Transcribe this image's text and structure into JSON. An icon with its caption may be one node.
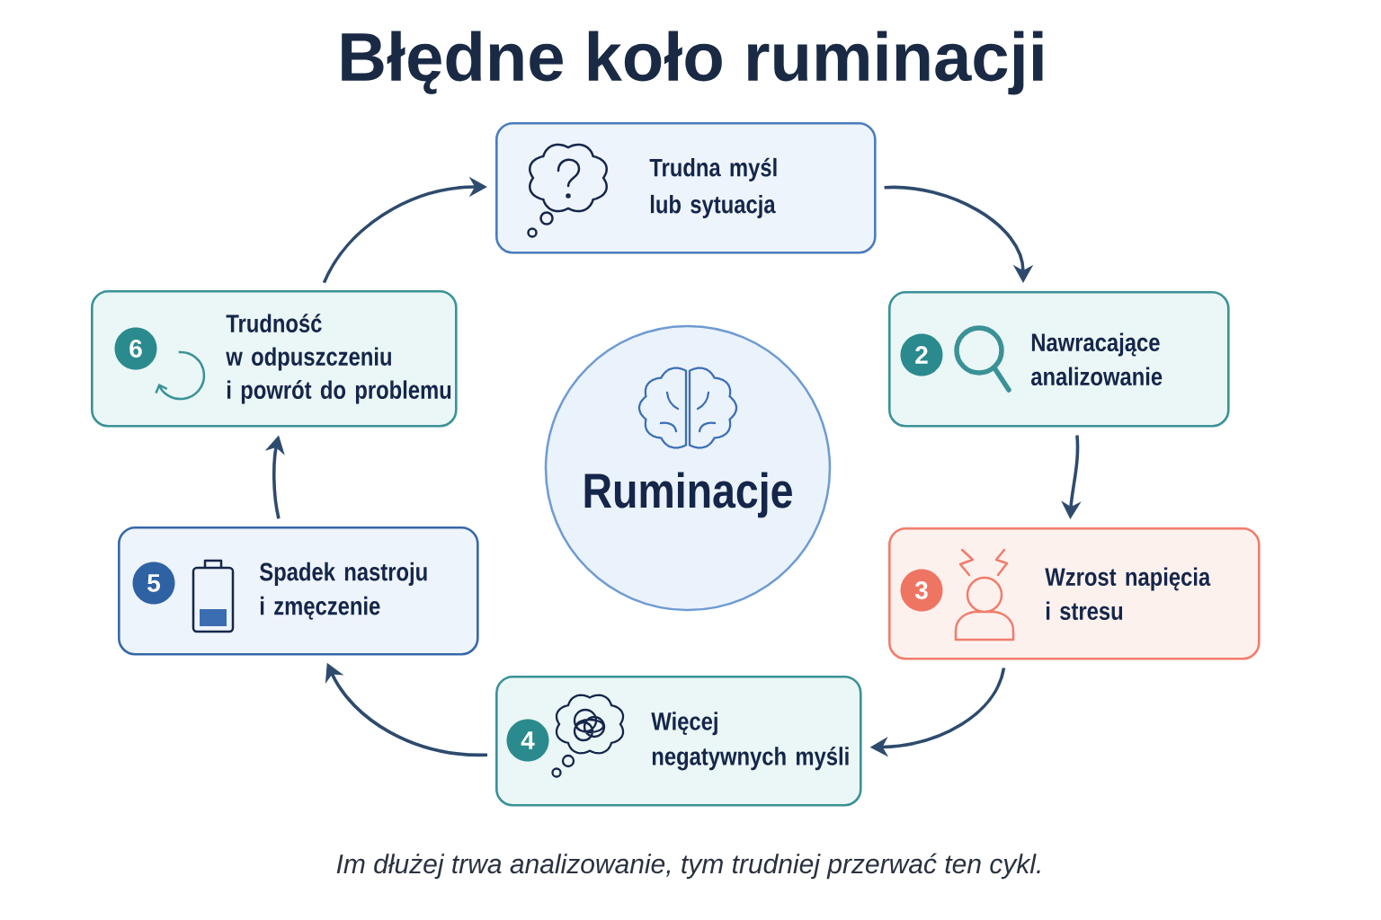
{
  "diagram": {
    "title": "Błędne koło ruminacji",
    "caption": "Im dłużej trwa analizowanie, tym trudniej przerwać ten cykl.",
    "nodes": [
      {
        "text": [
          "Trudna myśl lub sytuacja"
        ]
      },
      {
        "text": [
          "Nawracające analizowanie"
        ]
      },
      {
        "text": [
          "2"
        ],
        "in": 1
      },
      {
        "text": [
          "Wzrost napięcia i stresu"
        ]
      },
      {
        "text": [
          "3"
        ],
        "in": 3
      },
      {
        "text": [
          "Więcej negatywnych myśli"
        ]
      },
      {
        "text": [
          "4"
        ],
        "in": 5
      },
      {
        "text": [
          "Spadek nastroju i zmęczenie"
        ]
      },
      {
        "text": [
          "5"
        ],
        "in": 7
      },
      {
        "text": [
          "Trudność w odpuszczeniu i powrót do problemu"
        ]
      },
      {
        "text": [
          "6"
        ],
        "in": 9
      },
      {
        "text": [
          "Ruminacje"
        ]
      }
    ],
    "edges": [
      {
        "from": 0,
        "to": 1,
        "arrow": "to"
      },
      {
        "from": 1,
        "to": 3,
        "arrow": "to"
      },
      {
        "from": 3,
        "to": 5,
        "arrow": "to"
      },
      {
        "from": 5,
        "to": 7,
        "arrow": "to"
      },
      {
        "from": 7,
        "to": 9,
        "arrow": "to"
      },
      {
        "from": 9,
        "to": 0,
        "arrow": "to"
      }
    ]
  }
}
